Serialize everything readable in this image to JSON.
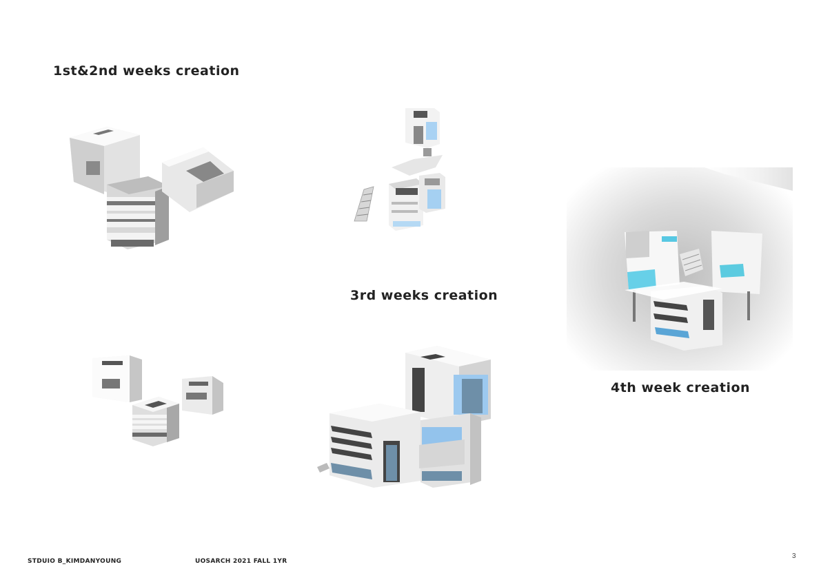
{
  "headings": {
    "weeks_1_2": "1st&2nd weeks creation",
    "week_3": "3rd weeks creation",
    "week_4": "4th week creation"
  },
  "footer": {
    "studio": "STDUIO B_KIMDANYOUNG",
    "course": "UOSARCH 2021 FALL 1YR",
    "page_number": "3"
  },
  "colors": {
    "text": "#222222",
    "model_white": "#f4f4f4",
    "model_shadow": "#9a9a9a",
    "glass_blue": "#8fc3ee",
    "glass_cyan": "#5ccbe0"
  }
}
